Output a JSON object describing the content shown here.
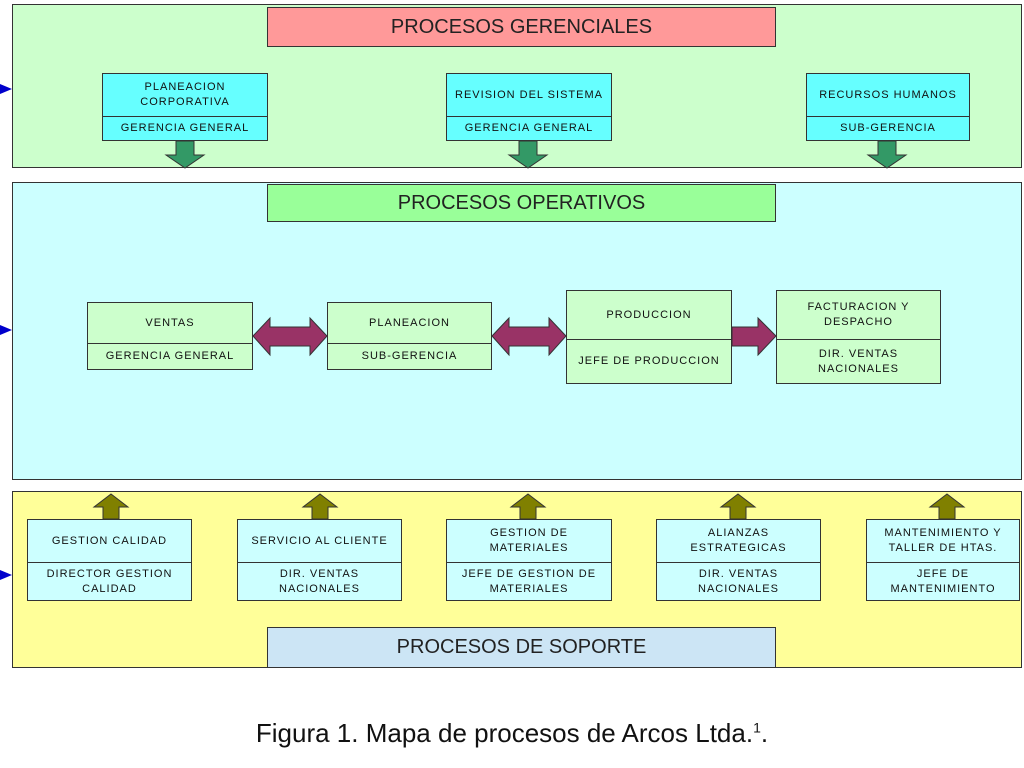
{
  "gerenciales": {
    "title": "PROCESOS GERENCIALES",
    "processes": [
      {
        "name": "PLANEACION CORPORATIVA",
        "owner": "GERENCIA GENERAL"
      },
      {
        "name": "REVISION DEL SISTEMA",
        "owner": "GERENCIA GENERAL"
      },
      {
        "name": "RECURSOS HUMANOS",
        "owner": "SUB-GERENCIA"
      }
    ]
  },
  "operativos": {
    "title": "PROCESOS OPERATIVOS",
    "processes": [
      {
        "name": "VENTAS",
        "owner": "GERENCIA GENERAL"
      },
      {
        "name": "PLANEACION",
        "owner": "SUB-GERENCIA"
      },
      {
        "name": "PRODUCCION",
        "owner": "JEFE DE PRODUCCION"
      },
      {
        "name": "FACTURACION Y DESPACHO",
        "owner": "DIR. VENTAS NACIONALES"
      }
    ]
  },
  "soporte": {
    "title": "PROCESOS DE SOPORTE",
    "processes": [
      {
        "name": "GESTION CALIDAD",
        "owner": "DIRECTOR GESTION CALIDAD"
      },
      {
        "name": "SERVICIO AL CLIENTE",
        "owner": "DIR. VENTAS NACIONALES"
      },
      {
        "name": "GESTION DE MATERIALES",
        "owner": "JEFE DE GESTION DE MATERIALES"
      },
      {
        "name": "ALIANZAS ESTRATEGICAS",
        "owner": "DIR. VENTAS NACIONALES"
      },
      {
        "name": "MANTENIMIENTO Y TALLER DE HTAS.",
        "owner": "JEFE DE MANTENIMIENTO"
      }
    ]
  },
  "caption": {
    "text": "Figura 1. Mapa de procesos de Arcos Ltda.",
    "footnote": "1"
  },
  "colors": {
    "gerenciales_band": "#ccffcc",
    "gerenciales_title": "#ff9999",
    "gerenciales_box": "#66ffff",
    "operativos_band": "#ccffff",
    "operativos_title": "#99ff99",
    "operativos_box": "#ccffcc",
    "soporte_band": "#ffff99",
    "soporte_title": "#cce5f5",
    "soporte_box": "#ccffff",
    "down_arrow": "#339966",
    "up_arrow": "#808000",
    "flow_arrow": "#993366",
    "side_arrow": "#0000cc"
  }
}
